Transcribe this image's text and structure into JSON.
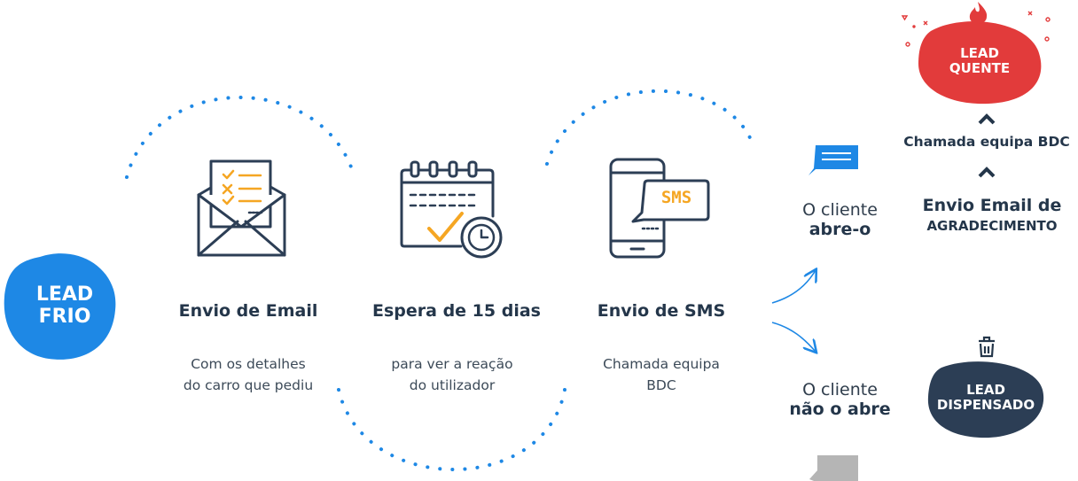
{
  "start": {
    "label_line1": "LEAD",
    "label_line2": "FRIO",
    "color": "#1e88e5"
  },
  "steps": [
    {
      "title": "Envio de Email",
      "desc_line1": "Com os detalhes",
      "desc_line2": "do carro que pediu",
      "icon": "email-checklist-icon"
    },
    {
      "title": "Espera de 15 dias",
      "desc_line1": "para ver a reação",
      "desc_line2": "do utilizador",
      "icon": "calendar-clock-icon"
    },
    {
      "title": "Envio de SMS",
      "desc_line1": "Chamada equipa",
      "desc_line2": "BDC",
      "icon": "phone-sms-icon",
      "icon_text": "SMS"
    }
  ],
  "branch_open": {
    "line1": "O cliente",
    "line2": "abre-o"
  },
  "branch_closed": {
    "line1": "O cliente",
    "line2": "não o abre"
  },
  "open_path": {
    "email_line1": "Envio Email de",
    "email_line2": "AGRADECIMENTO",
    "call": "Chamada equipa BDC",
    "result_line1": "LEAD",
    "result_line2": "QUENTE"
  },
  "closed_path": {
    "result_line1": "LEAD",
    "result_line2": "DISPENSADO"
  },
  "colors": {
    "blue": "#1e88e5",
    "navy": "#24364a",
    "orange": "#f5a623",
    "red": "#e23b3b",
    "dark_blob": "#2c3e55",
    "gray": "#b5b5b5"
  }
}
